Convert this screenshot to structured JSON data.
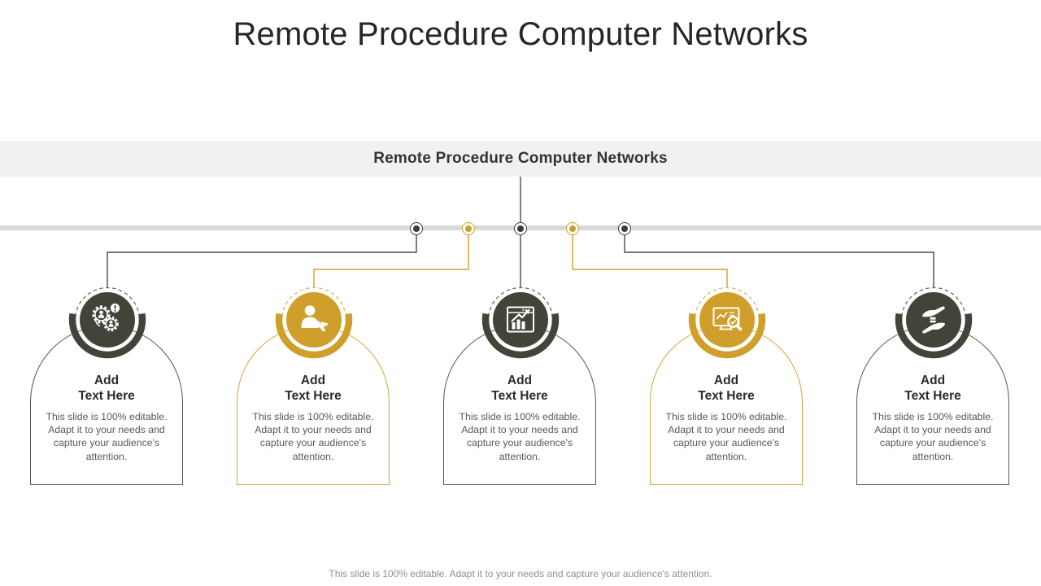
{
  "slide_title": "Remote Procedure Computer Networks",
  "banner": {
    "title": "Remote Procedure Computer Networks"
  },
  "connector_dots": [
    "dark",
    "gold",
    "dark",
    "gold",
    "dark"
  ],
  "cards": [
    {
      "accent": "dark",
      "icon": "gears-people-alert-icon",
      "heading": "Add\nText Here",
      "body": "This slide is 100% editable. Adapt it to your needs and capture your audience's attention."
    },
    {
      "accent": "gold",
      "icon": "person-thumbs-down-icon",
      "heading": "Add\nText Here",
      "body": "This slide is 100% editable. Adapt it to your needs and capture your audience's attention."
    },
    {
      "accent": "dark",
      "icon": "window-growth-chart-icon",
      "heading": "Add\nText Here",
      "body": "This slide is 100% editable. Adapt it to your needs and capture your audience's attention."
    },
    {
      "accent": "gold",
      "icon": "monitor-analysis-search-icon",
      "heading": "Add\nText Here",
      "body": "This slide is 100% editable. Adapt it to your needs and capture your audience's attention."
    },
    {
      "accent": "dark",
      "icon": "hands-exchange-icon",
      "heading": "Add\nText Here",
      "body": "This slide is 100% editable. Adapt it to your needs and capture your audience's attention."
    }
  ],
  "footer": {
    "text": "This slide is 100% editable. Adapt it to your needs and capture your audience's attention."
  },
  "colors": {
    "dark": "#414539",
    "gold": "#d09f2b",
    "banner_bg": "#f1f1f1",
    "timeline_bar": "#d8d8d8",
    "title_text": "#262626",
    "heading_text": "#2b2b2b",
    "body_text": "#595959",
    "footer_text": "#8f8f8f",
    "line_dark": "#4a4a4a"
  }
}
